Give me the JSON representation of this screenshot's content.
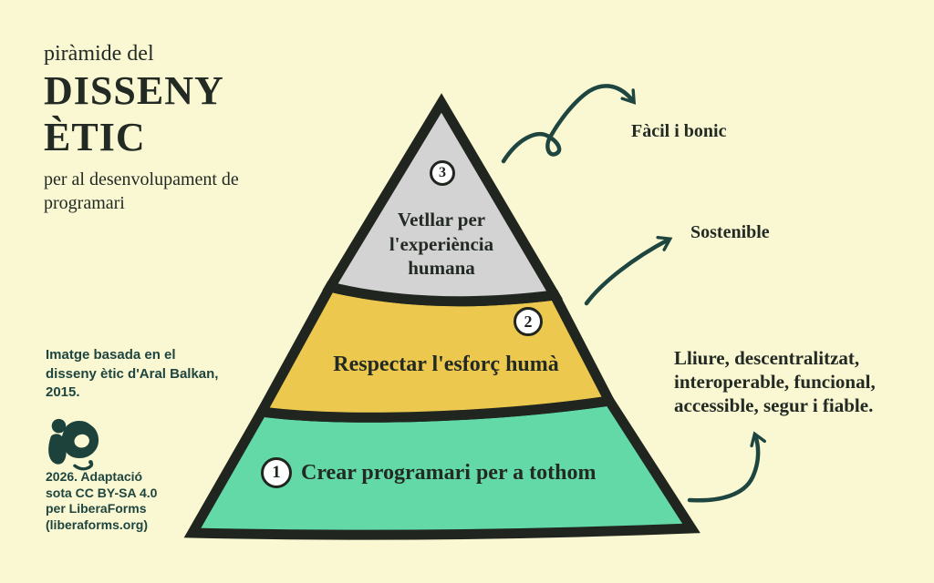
{
  "title": {
    "kicker": "piràmide del",
    "line1": "DISSENY",
    "line2": "ÈTIC",
    "subtitle": "per al desenvolupament de programari"
  },
  "attribution": "Imatge basada en el disseny ètic d'Aral Balkan, 2015.",
  "credit": "2026. Adaptació sota CC BY-SA 4.0 per LiberaForms (liberaforms.org)",
  "pyramid": {
    "levels": [
      {
        "number": "1",
        "label": "Crear programari per a tothom",
        "color": "#62D9A6",
        "annotation": "Lliure, descentralitzat, interoperable, funcional, accessible, segur i fiable."
      },
      {
        "number": "2",
        "label": "Respectar l'esforç humà",
        "color": "#ECC94E",
        "annotation": "Sostenible"
      },
      {
        "number": "3",
        "label": "Vetllar per l'experiència humana",
        "color": "#D3D3D3",
        "annotation": "Fàcil i bonic"
      }
    ]
  },
  "colors": {
    "background": "#FAF8D2",
    "ink": "#232A24",
    "outline": "#20261F",
    "teal": "#1E453F",
    "level1_green": "#62D9A6",
    "level2_yellow": "#ECC94E",
    "level3_gray": "#D3D3D3"
  }
}
